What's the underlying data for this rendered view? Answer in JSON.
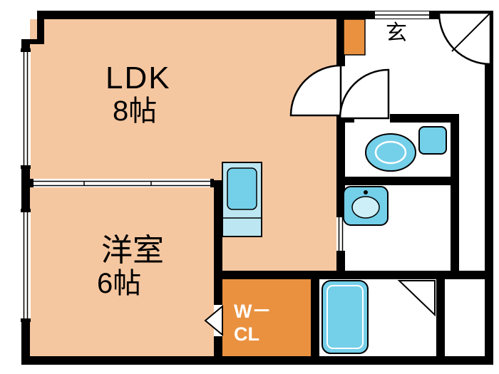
{
  "title": "apartment-floor-plan",
  "labels": {
    "ldk": {
      "name": "LDK",
      "size": "8帖"
    },
    "western_room": {
      "name": "洋室",
      "size": "6帖"
    },
    "entrance": {
      "name": "玄"
    },
    "closet": {
      "line1": "W－",
      "line2": "CL"
    }
  },
  "fixtures": {
    "kitchen": "kitchen-counter-with-sink",
    "toilet": "toilet-top-view",
    "washbasin": "vanity-sink",
    "bathtub": "bathtub",
    "shoe_cabinet": "shoe-cabinet-block",
    "front_door": "door-swing-arc",
    "ldk_door": "door-swing-arc",
    "toilet_door": "door-swing-arc",
    "bathroom_door": "folding-door-triangle",
    "closet_door": "folding-door-triangle",
    "left_windows": "double-line-window",
    "room_divider": "sliding-partition-double-line"
  },
  "colors": {
    "room-peach": "#F5C7A0",
    "accent-orange": "#EA9140",
    "fixture-blue": "#74CFE9",
    "fixture-blue-light": "#BCE7F2",
    "wall-black": "#000000"
  }
}
